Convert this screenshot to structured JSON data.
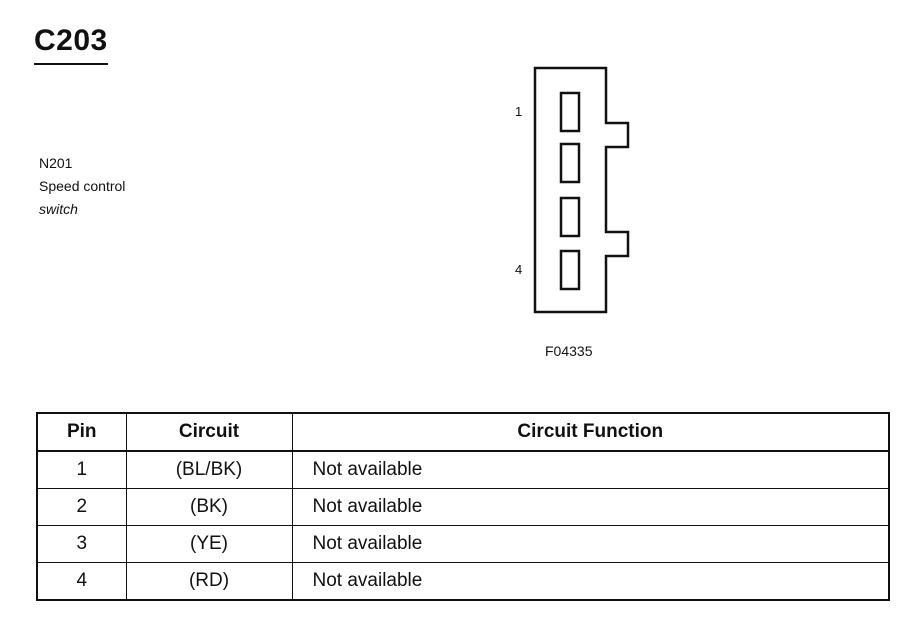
{
  "title": "C203",
  "component": {
    "code": "N201",
    "name_line1": "Speed control",
    "name_line2": "switch"
  },
  "diagram": {
    "pin_top_label": "1",
    "pin_bottom_label": "4",
    "figure_code": "F04335",
    "pin_count": 4
  },
  "table": {
    "headers": [
      "Pin",
      "Circuit",
      "Circuit Function"
    ],
    "rows": [
      {
        "pin": "1",
        "circuit": "(BL/BK)",
        "function": "Not available"
      },
      {
        "pin": "2",
        "circuit": "(BK)",
        "function": "Not available"
      },
      {
        "pin": "3",
        "circuit": "(YE)",
        "function": "Not available"
      },
      {
        "pin": "4",
        "circuit": "(RD)",
        "function": "Not available"
      }
    ]
  }
}
